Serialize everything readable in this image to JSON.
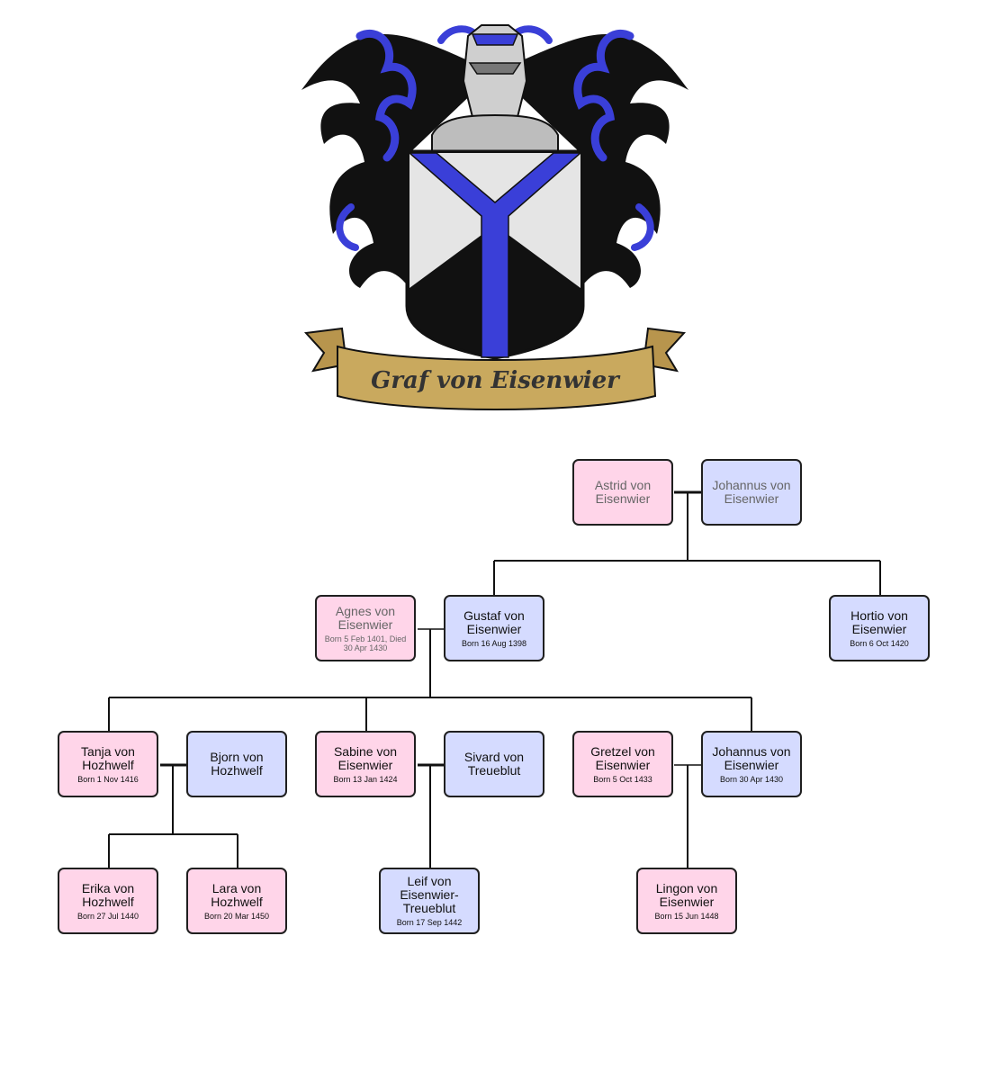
{
  "crest": {
    "motto": "Graf von Eisenwier",
    "colors": {
      "blue": "#3a3fd8",
      "black": "#111111",
      "silver": "#d9d9d9",
      "scroll": "#c9a95e"
    }
  },
  "people": {
    "astrid": {
      "name": "Astrid von Eisenwier",
      "dates": ""
    },
    "johannus1": {
      "name": "Johannus von Eisenwier",
      "dates": ""
    },
    "agnes": {
      "name": "Agnes von Eisenwier",
      "dates": "Born 5 Feb 1401, Died 30 Apr 1430"
    },
    "gustaf": {
      "name": "Gustaf von Eisenwier",
      "dates": "Born 16 Aug 1398"
    },
    "hortio": {
      "name": "Hortio von Eisenwier",
      "dates": "Born 6 Oct 1420"
    },
    "tanja": {
      "name": "Tanja von Hozhwelf",
      "dates": "Born 1 Nov 1416"
    },
    "bjorn": {
      "name": "Bjorn von Hozhwelf",
      "dates": ""
    },
    "sabine": {
      "name": "Sabine von Eisenwier",
      "dates": "Born 13 Jan 1424"
    },
    "sivard": {
      "name": "Sivard von Treueblut",
      "dates": ""
    },
    "gretzel": {
      "name": "Gretzel von Eisenwier",
      "dates": "Born 5 Oct 1433"
    },
    "johannus2": {
      "name": "Johannus von Eisenwier",
      "dates": "Born 30 Apr 1430"
    },
    "erika": {
      "name": "Erika von Hozhwelf",
      "dates": "Born 27 Jul 1440"
    },
    "lara": {
      "name": "Lara von Hozhwelf",
      "dates": "Born 20 Mar 1450"
    },
    "leif": {
      "name": "Leif von Eisenwier-Treueblut",
      "dates": "Born 17 Sep 1442"
    },
    "lingon": {
      "name": "Lingon von Eisenwier",
      "dates": "Born 15 Jun 1448"
    }
  },
  "colors": {
    "female": "#ffd5e9",
    "male": "#d5dbff",
    "line": "#111111"
  }
}
